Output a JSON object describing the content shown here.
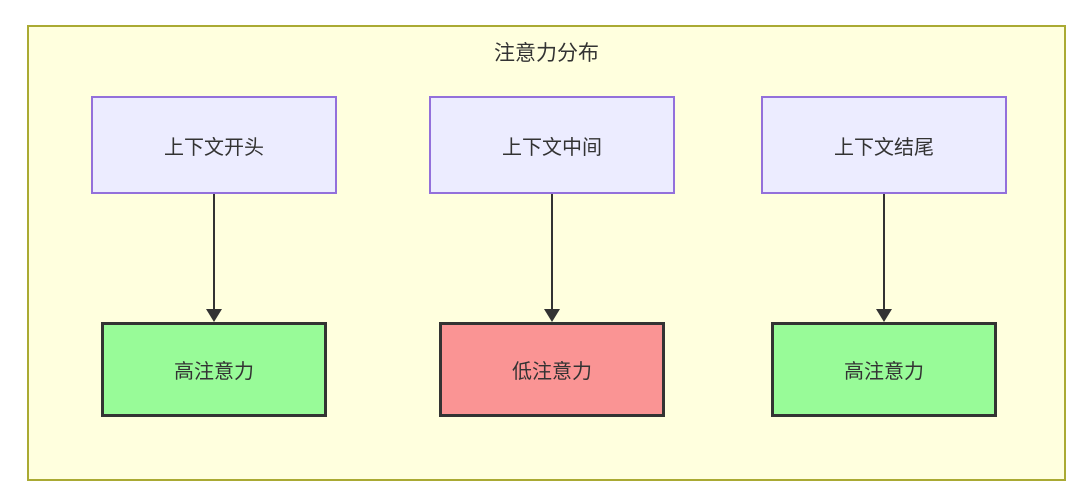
{
  "diagram": {
    "title": "注意力分布",
    "columns": [
      {
        "source": "上下文开头",
        "target": "高注意力",
        "target_level": "high"
      },
      {
        "source": "上下文中间",
        "target": "低注意力",
        "target_level": "low"
      },
      {
        "source": "上下文结尾",
        "target": "高注意力",
        "target_level": "high"
      }
    ],
    "colors": {
      "container_fill": "#ffffde",
      "container_border": "#aaaa33",
      "source_fill": "#ececff",
      "source_border": "#9370db",
      "high_fill": "#98fb98",
      "low_fill": "#fa9494",
      "node_border": "#333333",
      "arrow": "#333333",
      "text": "#333333"
    }
  }
}
